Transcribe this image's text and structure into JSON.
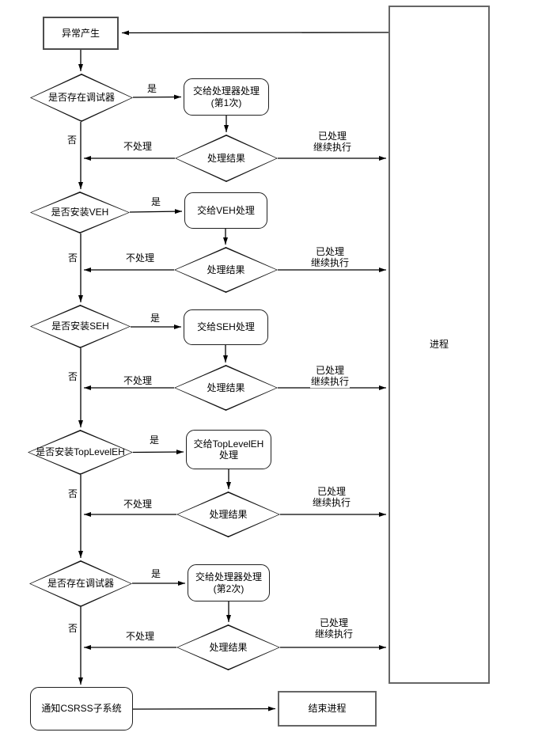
{
  "diagram": {
    "nodes": {
      "start": "异常产生",
      "process": "进程",
      "notify_csrss": "通知CSRSS子系统",
      "end": "结束进程"
    },
    "rows": [
      {
        "check": "是否存在调试器",
        "action": "交给处理器处理\n(第1次)",
        "result": "处理结果"
      },
      {
        "check": "是否安装VEH",
        "action": "交给VEH处理",
        "result": "处理结果"
      },
      {
        "check": "是否安装SEH",
        "action": "交给SEH处理",
        "result": "处理结果"
      },
      {
        "check": "是否安装TopLevelEH",
        "action": "交给TopLevelEH\n处理",
        "result": "处理结果"
      },
      {
        "check": "是否存在调试器",
        "action": "交给处理器处理\n(第2次)",
        "result": "处理结果"
      }
    ],
    "edge_labels": {
      "yes": "是",
      "no": "否",
      "not_handled": "不处理",
      "handled_continue": "已处理\n继续执行"
    },
    "colors": {
      "stroke": "#000000",
      "rect_border": "#4d4d4d",
      "background": "#ffffff",
      "text": "#000000"
    }
  }
}
